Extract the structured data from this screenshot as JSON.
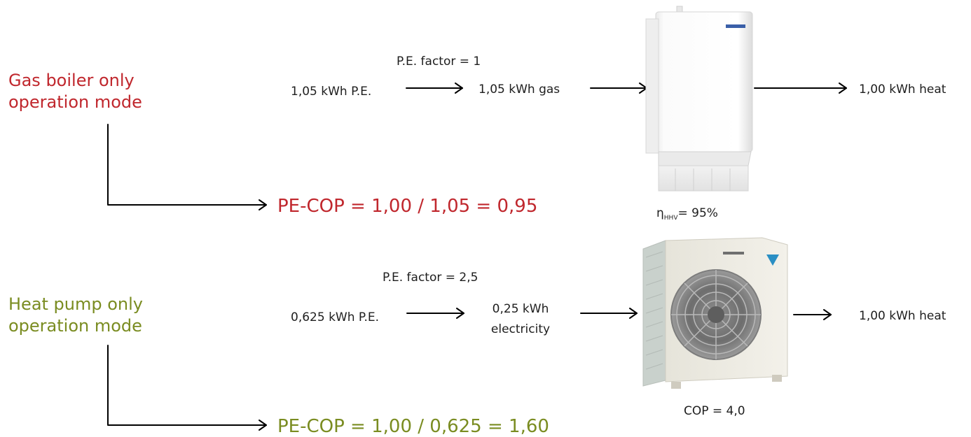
{
  "colors": {
    "gas_accent": "#c0272d",
    "heat_pump_accent": "#7a8c21",
    "text": "#1e1e1e",
    "arrow": "#000000"
  },
  "gas": {
    "mode_line1": "Gas boiler only",
    "mode_line2": "operation mode",
    "pe_factor": "P.E. factor = 1",
    "input": "1,05 kWh P.E.",
    "fuel": "1,05 kWh gas",
    "output": "1,00 kWh heat",
    "efficiency_symbol": "η",
    "efficiency_subscript": "HHV",
    "efficiency_value": "= 95%",
    "pe_cop": "PE-COP = 1,00 / 1,05 = 0,95",
    "device_icon": "gas-boiler-icon"
  },
  "heat_pump": {
    "mode_line1": "Heat pump only",
    "mode_line2": "operation mode",
    "pe_factor": "P.E. factor = 2,5",
    "input": "0,625 kWh P.E.",
    "fuel_line1": "0,25 kWh",
    "fuel_line2": "electricity",
    "output": "1,00 kWh heat",
    "cop": "COP = 4,0",
    "pe_cop": "PE-COP = 1,00 / 0,625 = 1,60",
    "device_icon": "heat-pump-outdoor-unit-icon"
  }
}
